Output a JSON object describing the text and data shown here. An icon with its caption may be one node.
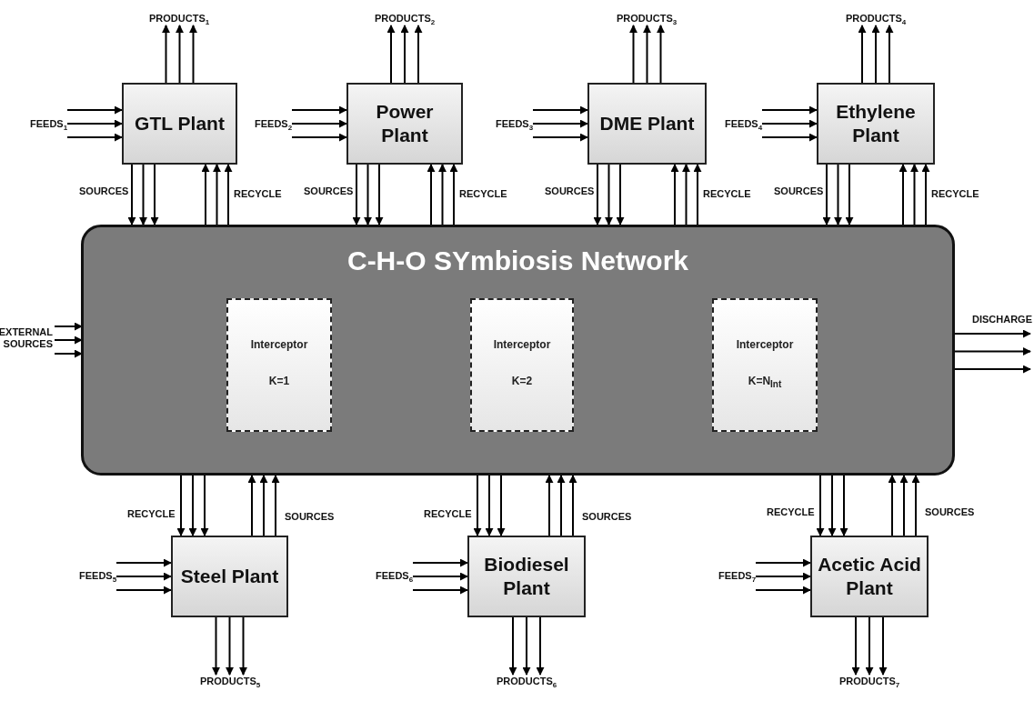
{
  "diagram": {
    "nodes": [
      {
        "text": [
          "C-H-O SYmbiosis Network"
        ]
      },
      {
        "text": [
          "Interceptor",
          "K=1"
        ],
        "in": 0
      },
      {
        "text": [
          "Interceptor",
          "K=2"
        ],
        "in": 0
      },
      {
        "text": [
          "Interceptor",
          "K=N$_{Int}$"
        ],
        "in": 0
      },
      {
        "text": [
          "GTL Plant"
        ]
      },
      {
        "text": [
          "Power Plant"
        ]
      },
      {
        "text": [
          "DME Plant"
        ]
      },
      {
        "text": [
          "Ethylene Plant"
        ]
      },
      {
        "text": [
          "Steel Plant"
        ]
      },
      {
        "text": [
          "Biodiesel Plant"
        ]
      },
      {
        "text": [
          "Acetic Acid Plant"
        ]
      },
      {
        "text": [
          "PRODUCTS$_{1}$"
        ]
      },
      {
        "text": [
          "PRODUCTS$_{2}$"
        ]
      },
      {
        "text": [
          "PRODUCTS$_{3}$"
        ]
      },
      {
        "text": [
          "PRODUCTS$_{4}$"
        ]
      },
      {
        "text": [
          "FEEDS$_{1}$"
        ]
      },
      {
        "text": [
          "FEEDS$_{2}$"
        ]
      },
      {
        "text": [
          "FEEDS$_{3}$"
        ]
      },
      {
        "text": [
          "FEEDS$_{4}$"
        ]
      },
      {
        "text": [
          "EXTERNAL SOURCES"
        ]
      },
      {
        "text": [
          "DISCHARGE"
        ]
      },
      {
        "text": [
          "FEEDS$_{5}$"
        ]
      },
      {
        "text": [
          "FEEDS$_{6}$"
        ]
      },
      {
        "text": [
          "FEEDS$_{7}$"
        ]
      },
      {
        "text": [
          "PRODUCTS$_{5}$"
        ]
      },
      {
        "text": [
          "PRODUCTS$_{6}$"
        ]
      },
      {
        "text": [
          "PRODUCTS$_{7}$"
        ]
      }
    ],
    "edges": [
      {
        "from": 15,
        "to": 4,
        "arrow": "to"
      },
      {
        "from": 15,
        "to": 4,
        "arrow": "to"
      },
      {
        "from": 15,
        "to": 4,
        "arrow": "to"
      },
      {
        "from": 4,
        "to": 11,
        "arrow": "to"
      },
      {
        "from": 4,
        "to": 11,
        "arrow": "to"
      },
      {
        "from": 4,
        "to": 11,
        "arrow": "to"
      },
      {
        "from": 4,
        "to": 0,
        "arrow": "to"
      },
      {
        "from": 4,
        "to": 0,
        "arrow": "to"
      },
      {
        "from": 4,
        "to": 0,
        "arrow": "to"
      },
      {
        "from": 0,
        "to": 4,
        "arrow": "to"
      },
      {
        "from": 0,
        "to": 4,
        "arrow": "to"
      },
      {
        "from": 0,
        "to": 4,
        "arrow": "to"
      },
      {
        "from": 16,
        "to": 5,
        "arrow": "to"
      },
      {
        "from": 16,
        "to": 5,
        "arrow": "to"
      },
      {
        "from": 16,
        "to": 5,
        "arrow": "to"
      },
      {
        "from": 5,
        "to": 12,
        "arrow": "to"
      },
      {
        "from": 5,
        "to": 12,
        "arrow": "to"
      },
      {
        "from": 5,
        "to": 12,
        "arrow": "to"
      },
      {
        "from": 5,
        "to": 0,
        "arrow": "to"
      },
      {
        "from": 5,
        "to": 0,
        "arrow": "to"
      },
      {
        "from": 5,
        "to": 0,
        "arrow": "to"
      },
      {
        "from": 0,
        "to": 5,
        "arrow": "to"
      },
      {
        "from": 0,
        "to": 5,
        "arrow": "to"
      },
      {
        "from": 0,
        "to": 5,
        "arrow": "to"
      },
      {
        "from": 17,
        "to": 6,
        "arrow": "to"
      },
      {
        "from": 17,
        "to": 6,
        "arrow": "to"
      },
      {
        "from": 17,
        "to": 6,
        "arrow": "to"
      },
      {
        "from": 6,
        "to": 13,
        "arrow": "to"
      },
      {
        "from": 6,
        "to": 13,
        "arrow": "to"
      },
      {
        "from": 6,
        "to": 13,
        "arrow": "to"
      },
      {
        "from": 6,
        "to": 0,
        "arrow": "to"
      },
      {
        "from": 6,
        "to": 0,
        "arrow": "to"
      },
      {
        "from": 6,
        "to": 0,
        "arrow": "to"
      },
      {
        "from": 0,
        "to": 6,
        "arrow": "to"
      },
      {
        "from": 0,
        "to": 6,
        "arrow": "to"
      },
      {
        "from": 0,
        "to": 6,
        "arrow": "to"
      },
      {
        "from": 18,
        "to": 7,
        "arrow": "to"
      },
      {
        "from": 18,
        "to": 7,
        "arrow": "to"
      },
      {
        "from": 18,
        "to": 7,
        "arrow": "to"
      },
      {
        "from": 7,
        "to": 14,
        "arrow": "to"
      },
      {
        "from": 7,
        "to": 14,
        "arrow": "to"
      },
      {
        "from": 7,
        "to": 14,
        "arrow": "to"
      },
      {
        "from": 7,
        "to": 0,
        "arrow": "to"
      },
      {
        "from": 7,
        "to": 0,
        "arrow": "to"
      },
      {
        "from": 7,
        "to": 0,
        "arrow": "to"
      },
      {
        "from": 0,
        "to": 7,
        "arrow": "to"
      },
      {
        "from": 0,
        "to": 7,
        "arrow": "to"
      },
      {
        "from": 0,
        "to": 7,
        "arrow": "to"
      },
      {
        "from": 19,
        "to": 0,
        "arrow": "to"
      },
      {
        "from": 19,
        "to": 0,
        "arrow": "to"
      },
      {
        "from": 19,
        "to": 0,
        "arrow": "to"
      },
      {
        "from": 0,
        "to": 20,
        "arrow": "to"
      },
      {
        "from": 0,
        "to": 20,
        "arrow": "to"
      },
      {
        "from": 0,
        "to": 20,
        "arrow": "to"
      },
      {
        "from": 0,
        "to": 8,
        "arrow": "to"
      },
      {
        "from": 0,
        "to": 8,
        "arrow": "to"
      },
      {
        "from": 0,
        "to": 8,
        "arrow": "to"
      },
      {
        "from": 8,
        "to": 0,
        "arrow": "to"
      },
      {
        "from": 8,
        "to": 0,
        "arrow": "to"
      },
      {
        "from": 8,
        "to": 0,
        "arrow": "to"
      },
      {
        "from": 21,
        "to": 8,
        "arrow": "to"
      },
      {
        "from": 21,
        "to": 8,
        "arrow": "to"
      },
      {
        "from": 21,
        "to": 8,
        "arrow": "to"
      },
      {
        "from": 8,
        "to": 24,
        "arrow": "to"
      },
      {
        "from": 8,
        "to": 24,
        "arrow": "to"
      },
      {
        "from": 8,
        "to": 24,
        "arrow": "to"
      },
      {
        "from": 0,
        "to": 9,
        "arrow": "to"
      },
      {
        "from": 0,
        "to": 9,
        "arrow": "to"
      },
      {
        "from": 0,
        "to": 9,
        "arrow": "to"
      },
      {
        "from": 9,
        "to": 0,
        "arrow": "to"
      },
      {
        "from": 9,
        "to": 0,
        "arrow": "to"
      },
      {
        "from": 9,
        "to": 0,
        "arrow": "to"
      },
      {
        "from": 22,
        "to": 9,
        "arrow": "to"
      },
      {
        "from": 22,
        "to": 9,
        "arrow": "to"
      },
      {
        "from": 22,
        "to": 9,
        "arrow": "to"
      },
      {
        "from": 9,
        "to": 25,
        "arrow": "to"
      },
      {
        "from": 9,
        "to": 25,
        "arrow": "to"
      },
      {
        "from": 9,
        "to": 25,
        "arrow": "to"
      },
      {
        "from": 0,
        "to": 10,
        "arrow": "to"
      },
      {
        "from": 0,
        "to": 10,
        "arrow": "to"
      },
      {
        "from": 0,
        "to": 10,
        "arrow": "to"
      },
      {
        "from": 10,
        "to": 0,
        "arrow": "to"
      },
      {
        "from": 10,
        "to": 0,
        "arrow": "to"
      },
      {
        "from": 10,
        "to": 0,
        "arrow": "to"
      },
      {
        "from": 23,
        "to": 10,
        "arrow": "to"
      },
      {
        "from": 23,
        "to": 10,
        "arrow": "to"
      },
      {
        "from": 23,
        "to": 10,
        "arrow": "to"
      },
      {
        "from": 10,
        "to": 26,
        "arrow": "to"
      },
      {
        "from": 10,
        "to": 26,
        "arrow": "to"
      },
      {
        "from": 10,
        "to": 26,
        "arrow": "to"
      }
    ],
    "labels": [
      "SOURCES",
      "RECYCLE",
      "SOURCES",
      "RECYCLE",
      "SOURCES",
      "RECYCLE",
      "SOURCES",
      "RECYCLE",
      "RECYCLE",
      "SOURCES",
      "RECYCLE",
      "SOURCES",
      "RECYCLE",
      "SOURCES"
    ]
  }
}
